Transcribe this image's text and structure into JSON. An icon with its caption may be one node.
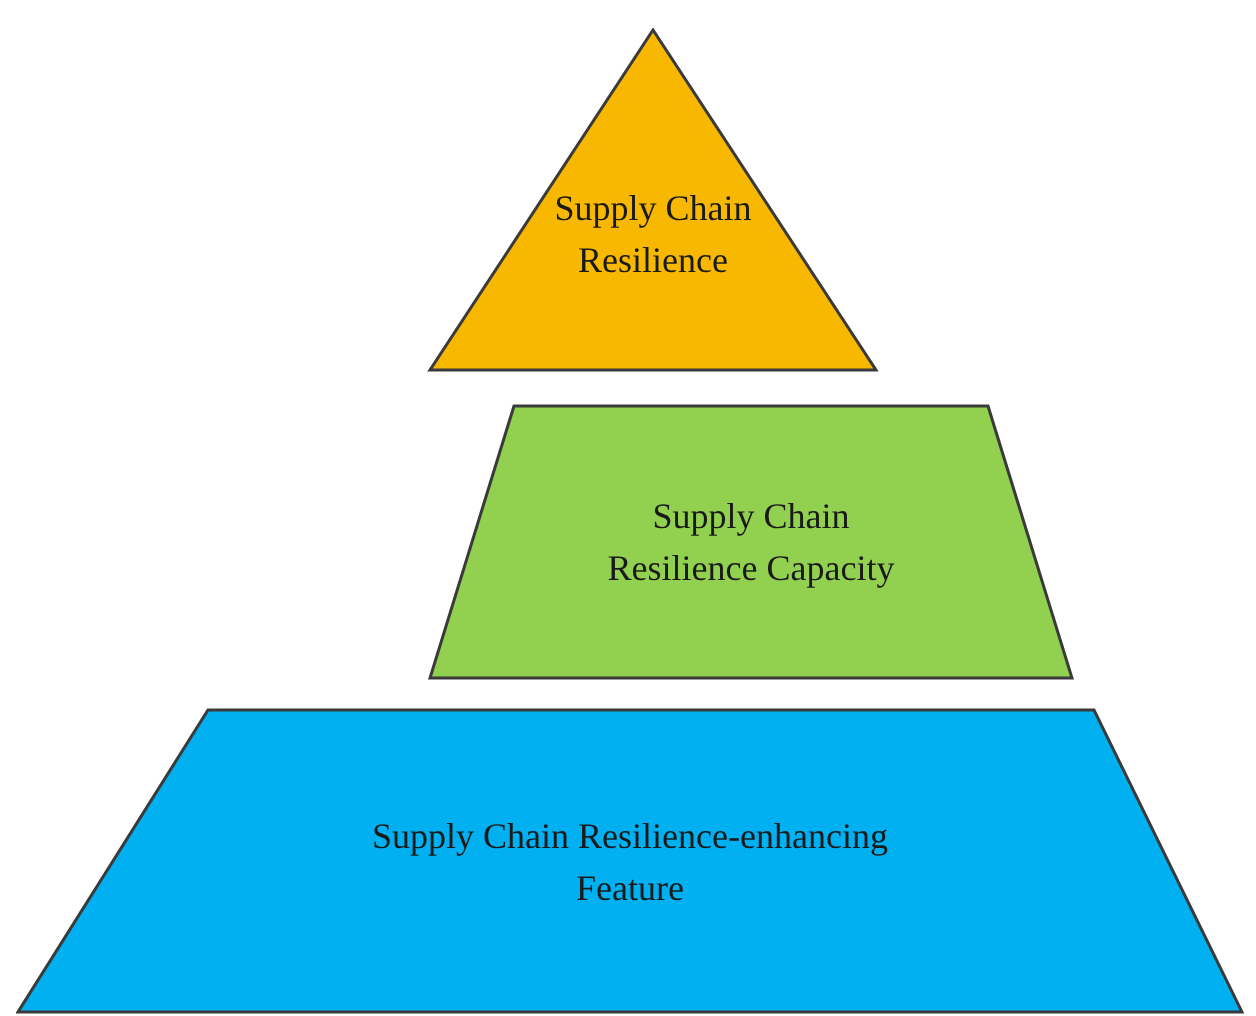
{
  "diagram": {
    "nodes": [
      {
        "text": [
          "Supply Chain Resilience"
        ]
      },
      {
        "text": [
          "Supply Chain Resilience Capacity"
        ]
      },
      {
        "text": [
          "Supply Chain Resilience-enhancing Feature"
        ]
      }
    ]
  }
}
